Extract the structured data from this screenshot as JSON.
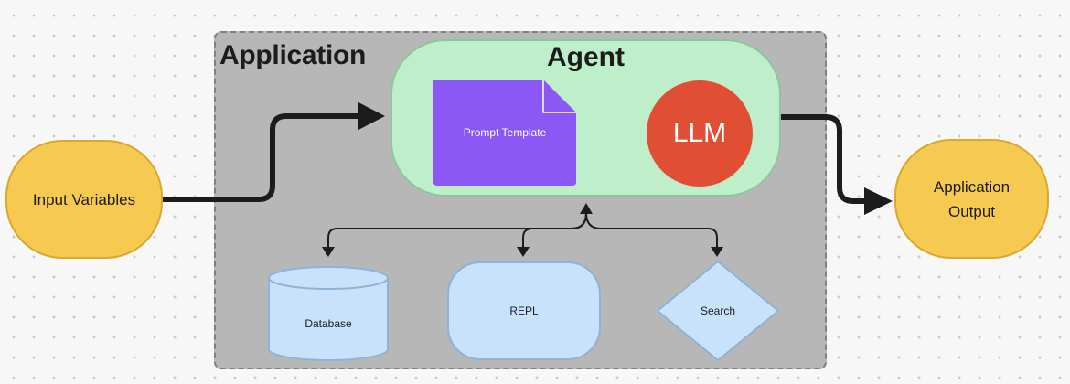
{
  "application": {
    "title": "Application"
  },
  "agent": {
    "title": "Agent",
    "prompt_template": "Prompt Template",
    "llm": "LLM"
  },
  "input": {
    "label": "Input Variables"
  },
  "output": {
    "line1": "Application",
    "line2": "Output"
  },
  "tools": {
    "database": "Database",
    "repl": "REPL",
    "search": "Search"
  },
  "colors": {
    "container": "#b7b7b7",
    "agent": "#bfeecb",
    "prompt": "#8b57f5",
    "llm": "#e04e33",
    "pill": "#f6ca50",
    "tool": "#c9e2fb"
  }
}
